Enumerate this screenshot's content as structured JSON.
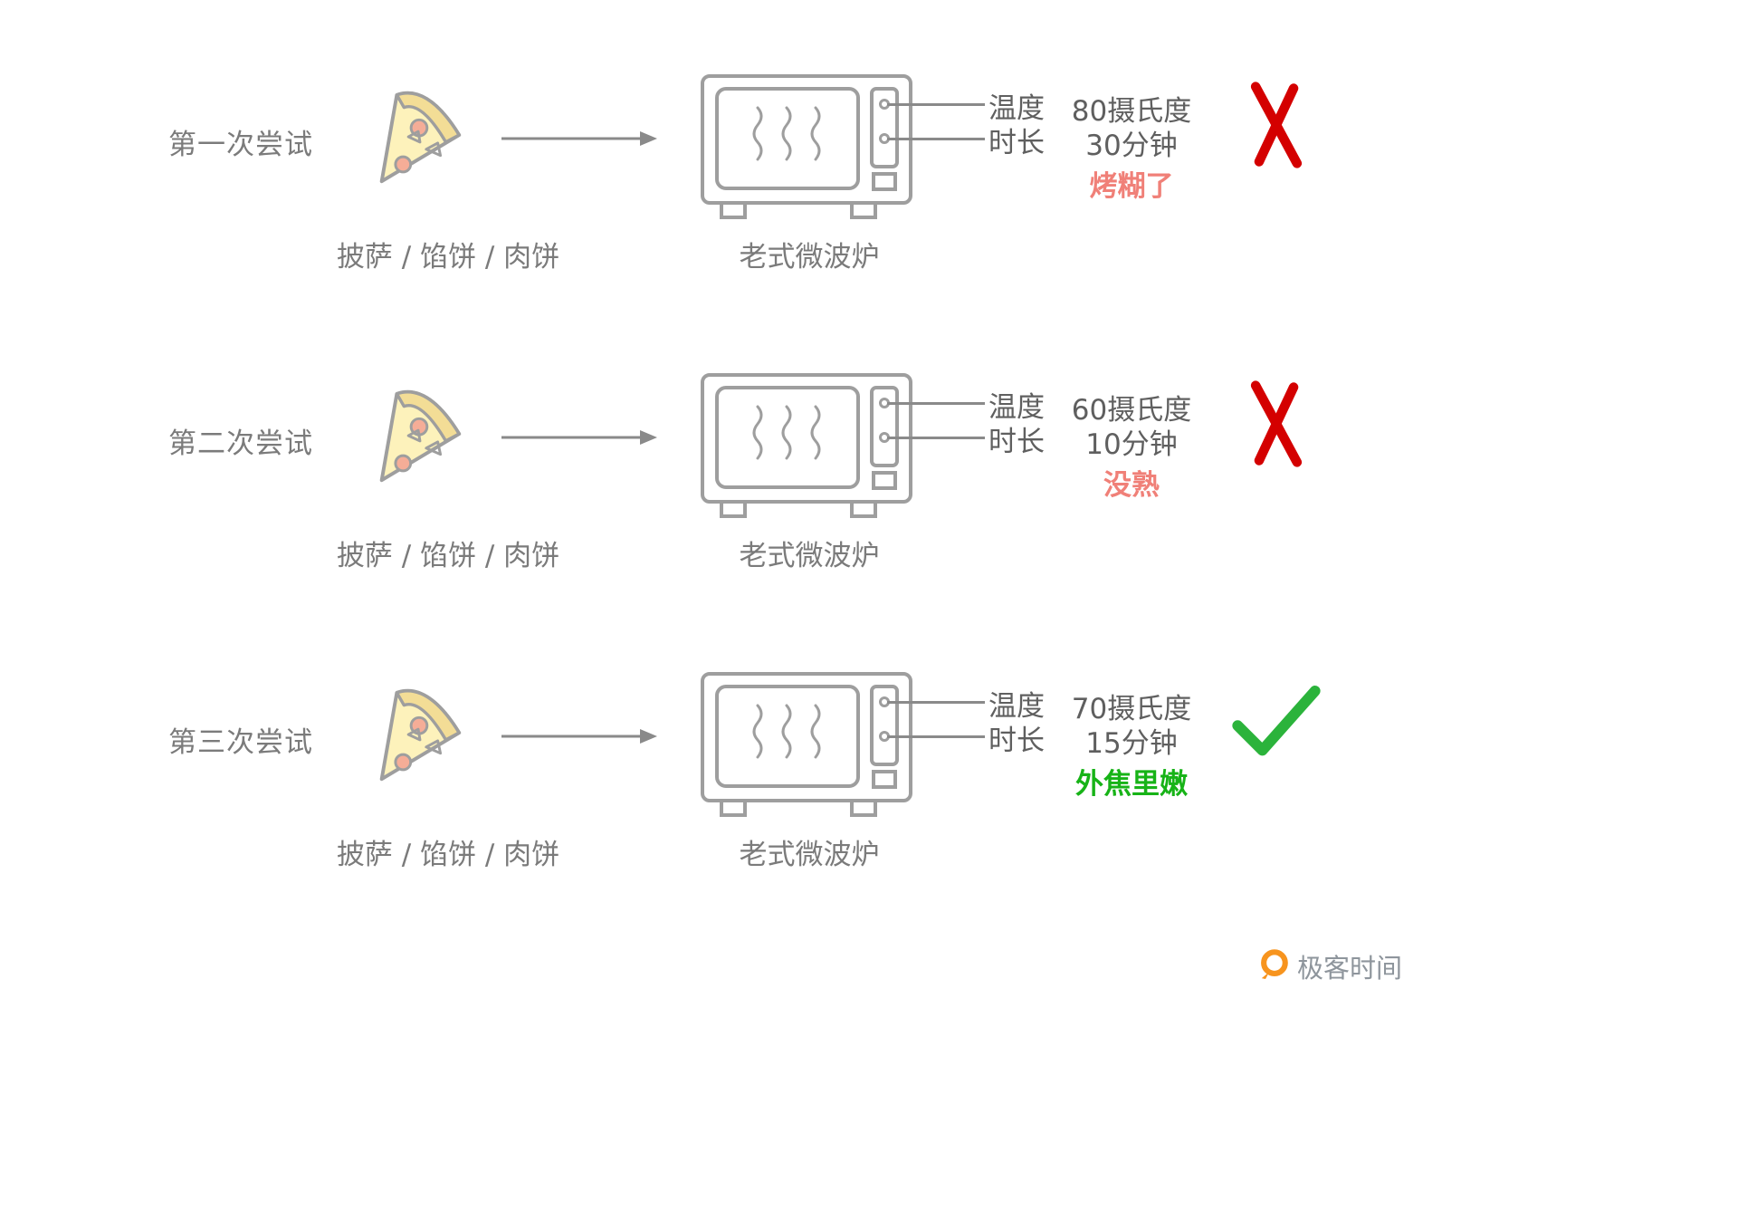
{
  "page": {
    "background": "#ffffff"
  },
  "rows": [
    {
      "attempt": "第一次尝试",
      "food_caption": "披萨 / 馅饼 / 肉饼",
      "device_caption": "老式微波炉",
      "param1_label": "温度",
      "param2_label": "时长",
      "param1_value": "80摄氏度",
      "param2_value": "30分钟",
      "status": "烤糊了",
      "result": "fail"
    },
    {
      "attempt": "第二次尝试",
      "food_caption": "披萨 / 馅饼 / 肉饼",
      "device_caption": "老式微波炉",
      "param1_label": "温度",
      "param2_label": "时长",
      "param1_value": "60摄氏度",
      "param2_value": "10分钟",
      "status": "没熟",
      "result": "fail"
    },
    {
      "attempt": "第三次尝试",
      "food_caption": "披萨 / 馅饼 / 肉饼",
      "device_caption": "老式微波炉",
      "param1_label": "温度",
      "param2_label": "时长",
      "param1_value": "70摄氏度",
      "param2_value": "15分钟",
      "status": "外焦里嫩",
      "result": "success"
    }
  ],
  "footer": {
    "brand": "极客时间"
  },
  "icons": {
    "pizza-icon": "pizza-slice",
    "microwave-icon": "old-style-microwave-oven",
    "arrow-icon": "→",
    "fail-x-icon": "✗",
    "success-check-icon": "✓",
    "geektime-logo-icon": "orange-speech-bubble-ring"
  },
  "colors": {
    "text_gray": "#7b7b7b",
    "text_dark": "#5f5f5f",
    "icon_gray": "#9e9e9e",
    "line_gray": "#8a8a8a",
    "fail_red": "#d40000",
    "fail_status": "#f08078",
    "success_green": "#2bb33b",
    "success_status": "#17b317",
    "brand_orange": "#f7941e",
    "pizza_body": "#fdf2bb",
    "pizza_crust": "#f3dd96",
    "pepperoni": "#f5ad97"
  }
}
